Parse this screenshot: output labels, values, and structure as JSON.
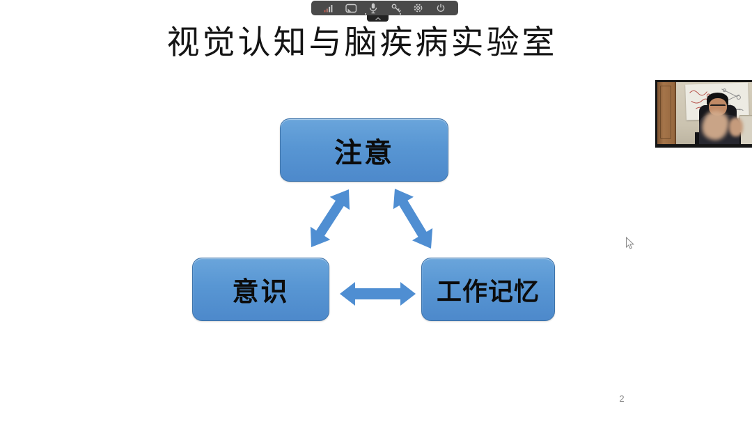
{
  "app": {
    "toolbar": {
      "icons": [
        {
          "name": "signal-strength-icon"
        },
        {
          "name": "screen-share-icon"
        },
        {
          "name": "microphone-icon"
        },
        {
          "name": "key-tools-icon"
        },
        {
          "name": "settings-gear-icon"
        },
        {
          "name": "power-icon"
        }
      ],
      "collapse_chevron": "chevron-up-icon",
      "signal_warning_color": "#bf5a4e",
      "icon_color": "#c8c8c8",
      "background": "#4a4a4a"
    },
    "cursor": "arrow-pointer"
  },
  "slide": {
    "title": "视觉认知与脑疾病实验室",
    "page_number": "2",
    "diagram": {
      "type": "node-graph",
      "nodes": [
        {
          "id": "attention",
          "label": "注意",
          "position": "top-center"
        },
        {
          "id": "consciousness",
          "label": "意识",
          "position": "bottom-left"
        },
        {
          "id": "working-memory",
          "label": "工作记忆",
          "position": "bottom-right"
        }
      ],
      "edges": [
        {
          "from": "attention",
          "to": "consciousness",
          "direction": "bidirectional"
        },
        {
          "from": "attention",
          "to": "working-memory",
          "direction": "bidirectional"
        },
        {
          "from": "consciousness",
          "to": "working-memory",
          "direction": "bidirectional"
        }
      ],
      "colors": {
        "node_fill_top": "#6aa5db",
        "node_fill_bottom": "#4d89cb",
        "node_border": "#3b72aa",
        "arrow": "#4f8ed2",
        "label": "#0c0c0c"
      }
    }
  }
}
